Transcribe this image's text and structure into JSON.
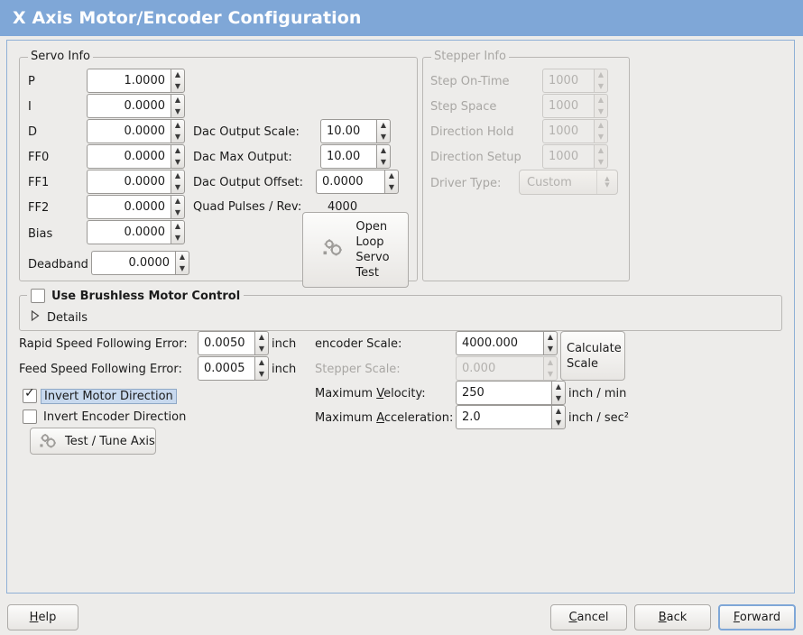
{
  "window": {
    "title": "X Axis Motor/Encoder Configuration",
    "title_bg": "#7fa7d7",
    "panel_border": "#8fb0d6",
    "background": "#edecea"
  },
  "servo_info": {
    "legend": "Servo Info",
    "fields": [
      {
        "label": "P",
        "value": "1.0000",
        "disabled": false
      },
      {
        "label": "I",
        "value": "0.0000",
        "disabled": false
      },
      {
        "label": "D",
        "value": "0.0000",
        "disabled": false
      },
      {
        "label": "FF0",
        "value": "0.0000",
        "disabled": false
      },
      {
        "label": "FF1",
        "value": "0.0000",
        "disabled": false
      },
      {
        "label": "FF2",
        "value": "0.0000",
        "disabled": false
      },
      {
        "label": "Bias",
        "value": "0.0000",
        "disabled": false
      },
      {
        "label": "Deadband",
        "value": "0.0000",
        "disabled": false
      }
    ],
    "dac": [
      {
        "label": "Dac Output Scale:",
        "value": "10.00"
      },
      {
        "label": "Dac Max Output:",
        "value": "10.00"
      },
      {
        "label": "Dac Output Offset:",
        "value": "0.0000"
      }
    ],
    "quad_pulses_label": "Quad Pulses / Rev:",
    "quad_pulses_value": "4000",
    "open_loop_button": "Open\nLoop\nServo\nTest",
    "open_loop_lines": [
      "Open",
      "Loop",
      "Servo",
      "Test"
    ]
  },
  "stepper_info": {
    "legend": "Stepper Info",
    "disabled": true,
    "fields": [
      {
        "label": "Step On-Time",
        "value": "1000"
      },
      {
        "label": "Step Space",
        "value": "1000"
      },
      {
        "label": "Direction Hold",
        "value": "1000"
      },
      {
        "label": "Direction Setup",
        "value": "1000"
      }
    ],
    "driver_type_label": "Driver Type:",
    "driver_type_value": "Custom"
  },
  "brushless": {
    "checkbox_label": "Use Brushless Motor Control",
    "checked": false,
    "details_label": "Details",
    "details_expanded": false
  },
  "errors": {
    "rapid_label": "Rapid Speed Following Error:",
    "rapid_value": "0.0050",
    "rapid_unit": "inch",
    "feed_label": "Feed Speed Following Error:",
    "feed_value": "0.0005",
    "feed_unit": "inch"
  },
  "inverts": [
    {
      "label": "Invert Motor Direction",
      "checked": true,
      "focused": true
    },
    {
      "label": "Invert Encoder Direction",
      "checked": false,
      "focused": false
    }
  ],
  "test_tune_button": "Test / Tune Axis",
  "scales": {
    "encoder_label": "encoder Scale:",
    "encoder_value": "4000.000",
    "encoder_disabled": false,
    "stepper_label": "Stepper Scale:",
    "stepper_value": "0.000",
    "stepper_disabled": true,
    "calculate_lines": [
      "Calculate",
      "Scale"
    ],
    "velocity_label_pre": "Maximum ",
    "velocity_label_mnemonic": "V",
    "velocity_label_post": "elocity:",
    "velocity_value": "250",
    "velocity_unit": "inch / min",
    "accel_label_pre": "Maximum ",
    "accel_label_mnemonic": "A",
    "accel_label_post": "cceleration:",
    "accel_value": "2.0",
    "accel_unit": "inch / sec²"
  },
  "footer": {
    "help_mnemonic": "H",
    "help_rest": "elp",
    "cancel_mnemonic": "C",
    "cancel_rest": "ancel",
    "back_mnemonic": "B",
    "back_rest": "ack",
    "forward_mnemonic": "F",
    "forward_rest": "orward"
  }
}
